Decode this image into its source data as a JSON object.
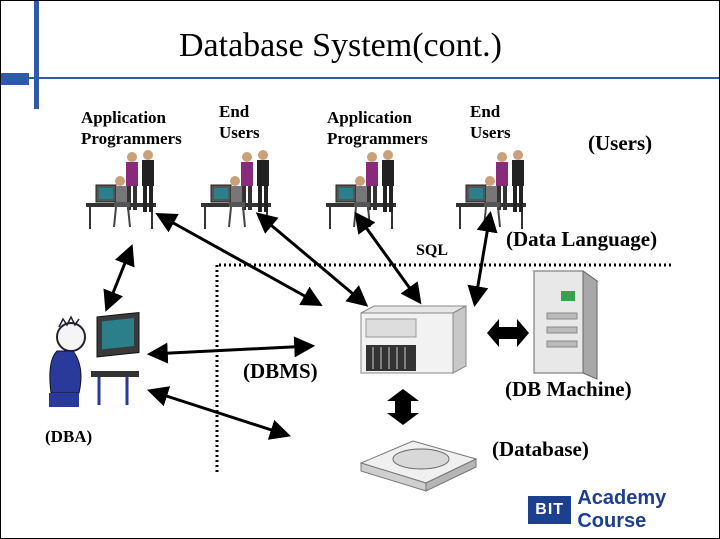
{
  "title": "Database System(cont.)",
  "groups": [
    {
      "line1": "Application",
      "line2": "Programmers"
    },
    {
      "line1": "End",
      "line2": "Users"
    },
    {
      "line1": "Application",
      "line2": "Programmers"
    },
    {
      "line1": "End",
      "line2": "Users"
    }
  ],
  "labels": {
    "users": "(Users)",
    "data_language": "(Data Language)",
    "sql": "SQL",
    "dbms": "(DBMS)",
    "db_machine": "(DB Machine)",
    "dba": "(DBA)",
    "database": "(Database)"
  },
  "logo": {
    "mark": "BIT",
    "text": "Academy Course"
  },
  "colors": {
    "accent_blue": "#2e5aa8",
    "logo_blue": "#1d3f8f"
  }
}
